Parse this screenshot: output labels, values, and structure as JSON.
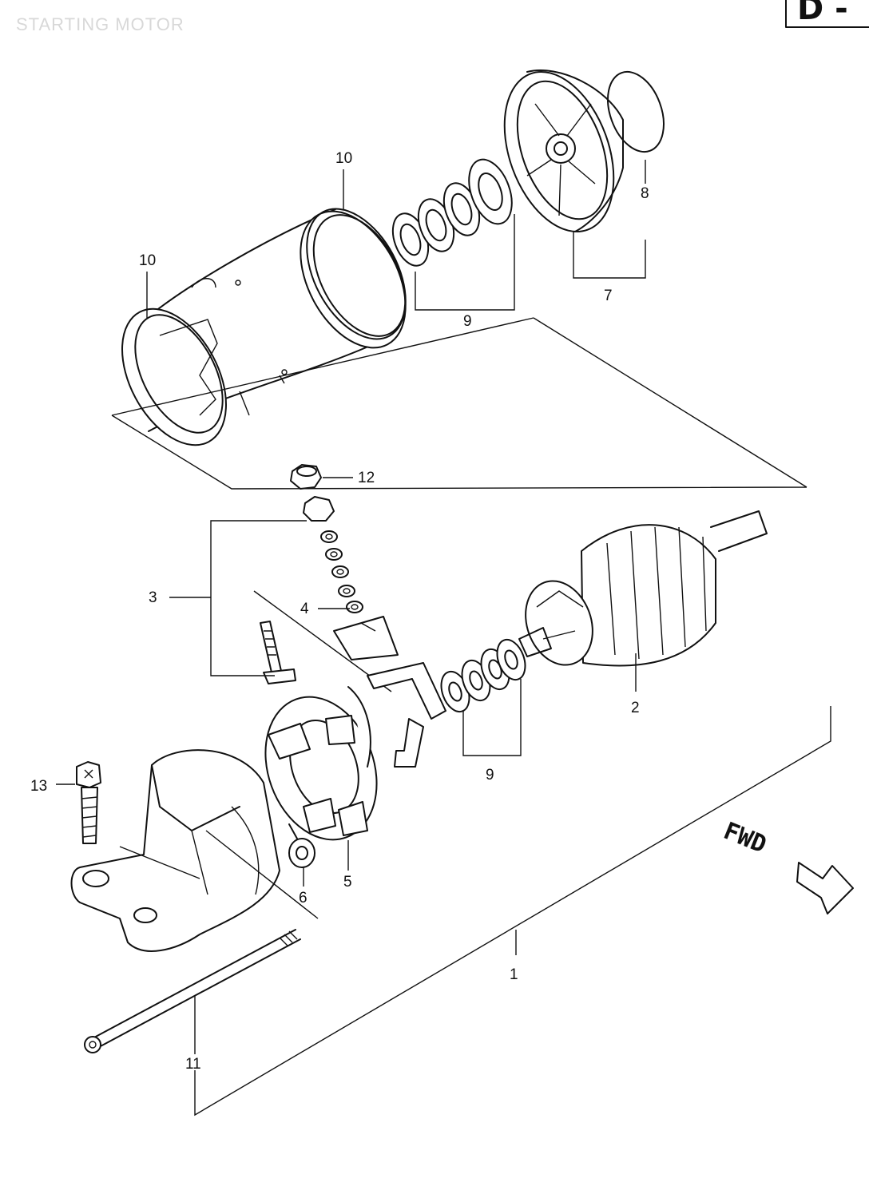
{
  "header": {
    "title": "STARTING MOTOR",
    "section_code": "D -"
  },
  "direction": {
    "label": "FWD"
  },
  "callouts": {
    "c1": "1",
    "c2": "2",
    "c3": "3",
    "c4": "4",
    "c5": "5",
    "c6": "6",
    "c7": "7",
    "c8": "8",
    "c9a": "9",
    "c9b": "9",
    "c10a": "10",
    "c10b": "10",
    "c11": "11",
    "c12": "12",
    "c13": "13"
  }
}
